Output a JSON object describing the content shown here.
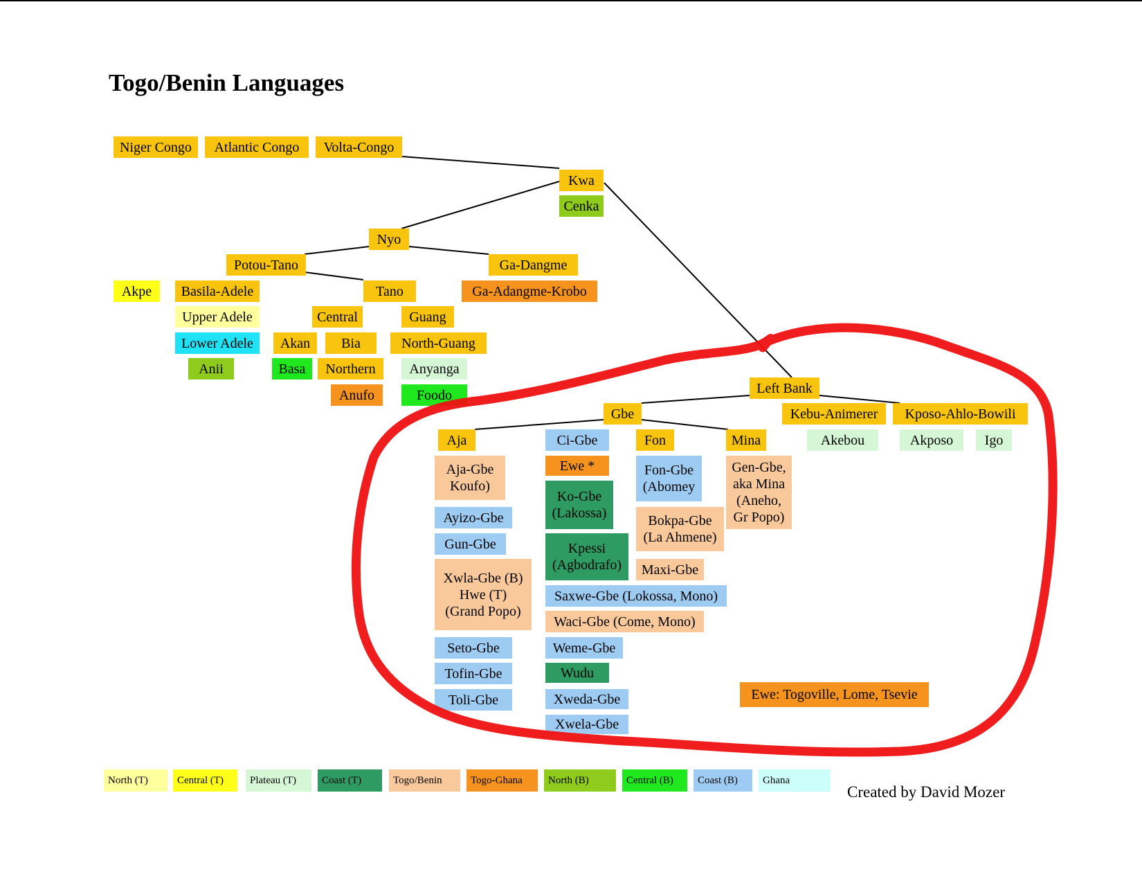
{
  "title": "Togo/Benin Languages",
  "credit": "Created by David Mozer",
  "colors": {
    "main": "#f9c40e",
    "togo_ghana": "#f6931e",
    "north_t": "#ffff9e",
    "central_t": "#ffff1a",
    "plateau_t": "#d6f7d6",
    "coast_t": "#2e9b63",
    "togo_benin": "#f9c99b",
    "north_b": "#8fcb1c",
    "central_b": "#1fe81f",
    "coast_b": "#9ecbf2",
    "ghana": "#ccfffa",
    "annotation": "#ee1111"
  },
  "nodes": {
    "niger_congo": "Niger Congo",
    "atlantic_congo": "Atlantic Congo",
    "volta_congo": "Volta-Congo",
    "kwa": "Kwa",
    "cenka": "Cenka",
    "nyo": "Nyo",
    "potou_tano": "Potou-Tano",
    "ga_dangme": "Ga-Dangme",
    "akpe": "Akpe",
    "basila_adele": "Basila-Adele",
    "tano": "Tano",
    "ga_adangme_krobo": "Ga-Adangme-Krobo",
    "upper_adele": "Upper Adele",
    "central": "Central",
    "guang": "Guang",
    "lower_adele": "Lower Adele",
    "akan": "Akan",
    "bia": "Bia",
    "north_guang": "North-Guang",
    "anii": "Anii",
    "basa": "Basa",
    "northern": "Northern",
    "anyanga": "Anyanga",
    "anufo": "Anufo",
    "foodo": "Foodo",
    "left_bank": "Left Bank",
    "gbe": "Gbe",
    "kebu_animerer": "Kebu-Animerer",
    "kposo_ahlo_bowili": "Kposo-Ahlo-Bowili",
    "aja": "Aja",
    "ci_gbe": "Ci-Gbe",
    "fon": "Fon",
    "mina": "Mina",
    "akebou": "Akebou",
    "akposo": "Akposo",
    "igo": "Igo",
    "aja_gbe": "Aja-Gbe\nKoufo)",
    "ewe_star": "Ewe *",
    "fon_gbe": "Fon-Gbe\n(Abomey",
    "gen_gbe": "Gen-Gbe,\naka Mina\n(Aneho,\nGr Popo)",
    "ko_gbe": "Ko-Gbe\n(Lakossa)",
    "ayizo_gbe": "Ayizo-Gbe",
    "bokpa_gbe": "Bokpa-Gbe\n(La Ahmene)",
    "gun_gbe": "Gun-Gbe",
    "kpessi": "Kpessi\n(Agbodrafo)",
    "xwla_gbe": "Xwla-Gbe (B)\nHwe (T)\n(Grand Popo)",
    "maxi_gbe": "Maxi-Gbe",
    "saxwe_gbe": "Saxwe-Gbe (Lokossa, Mono)",
    "waci_gbe": "Waci-Gbe (Come, Mono)",
    "seto_gbe": "Seto-Gbe",
    "weme_gbe": "Weme-Gbe",
    "tofin_gbe": "Tofin-Gbe",
    "wudu": "Wudu",
    "ewe_togoville": "Ewe: Togoville, Lome, Tsevie",
    "toli_gbe": "Toli-Gbe",
    "xweda_gbe": "Xweda-Gbe",
    "xwela_gbe": "Xwela-Gbe"
  },
  "legend": {
    "north_t": "North (T)",
    "central_t": "Central (T)",
    "plateau_t": "Plateau (T)",
    "coast_t": "Coast (T)",
    "togo_benin": "Togo/Benin",
    "togo_ghana": "Togo-Ghana",
    "north_b": "North (B)",
    "central_b": "Central (B)",
    "coast_b": "Coast (B)",
    "ghana": "Ghana"
  }
}
